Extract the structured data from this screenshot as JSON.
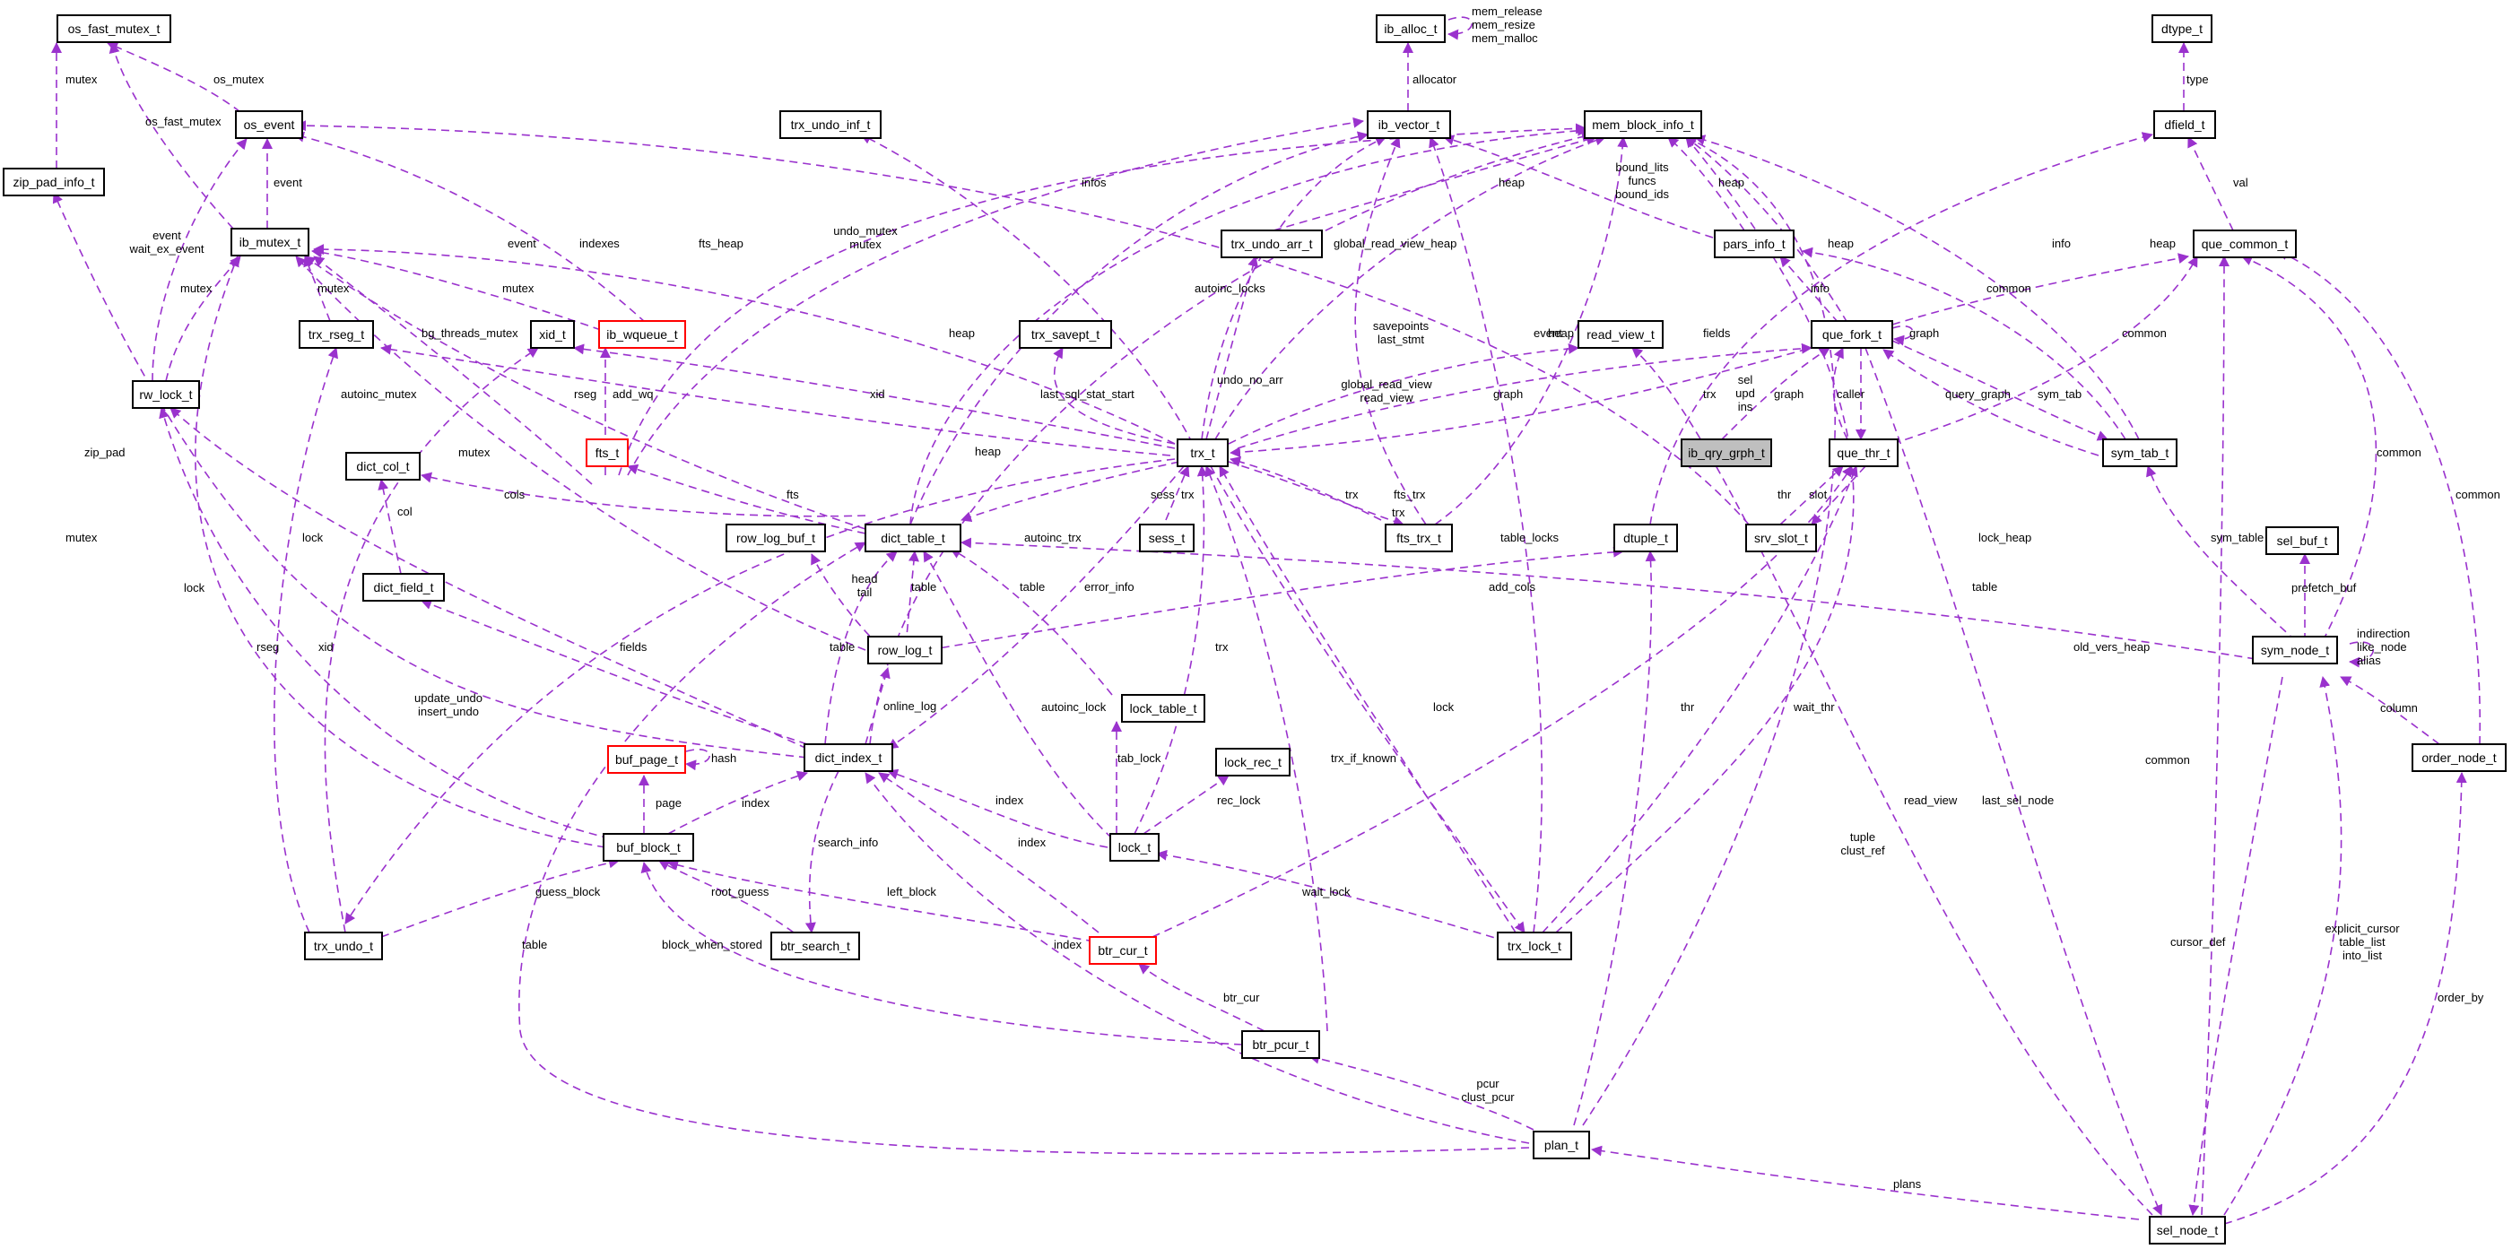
{
  "colors": {
    "edge": "#9a32cd",
    "node_border": "#000000",
    "node_border_incomplete": "#ff0000",
    "focus_fill": "#bfbfbf",
    "background": "#ffffff"
  },
  "nodes": {
    "os_fast_mutex_t": "os_fast_mutex_t",
    "zip_pad_info_t": "zip_pad_info_t",
    "os_event": "os_event",
    "ib_mutex_t": "ib_mutex_t",
    "rw_lock_t": "rw_lock_t",
    "trx_rseg_t": "trx_rseg_t",
    "xid_t": "xid_t",
    "ib_wqueue_t": "ib_wqueue_t",
    "fts_t": "fts_t",
    "dict_col_t": "dict_col_t",
    "dict_field_t": "dict_field_t",
    "buf_page_t": "buf_page_t",
    "buf_block_t": "buf_block_t",
    "trx_undo_t": "trx_undo_t",
    "btr_search_t": "btr_search_t",
    "dict_index_t": "dict_index_t",
    "row_log_t": "row_log_t",
    "row_log_buf_t": "row_log_buf_t",
    "dict_table_t": "dict_table_t",
    "trx_undo_inf_t": "trx_undo_inf_t",
    "ib_alloc_t": "ib_alloc_t",
    "ib_vector_t": "ib_vector_t",
    "mem_block_info_t": "mem_block_info_t",
    "trx_undo_arr_t": "trx_undo_arr_t",
    "trx_savept_t": "trx_savept_t",
    "trx_t": "trx_t",
    "sess_t": "sess_t",
    "lock_table_t": "lock_table_t",
    "lock_rec_t": "lock_rec_t",
    "lock_t": "lock_t",
    "btr_cur_t": "btr_cur_t",
    "btr_pcur_t": "btr_pcur_t",
    "plan_t": "plan_t",
    "read_view_t": "read_view_t",
    "fts_trx_t": "fts_trx_t",
    "dtuple_t": "dtuple_t",
    "srv_slot_t": "srv_slot_t",
    "trx_lock_t": "trx_lock_t",
    "pars_info_t": "pars_info_t",
    "que_fork_t": "que_fork_t",
    "ib_qry_grph_t": "ib_qry_grph_t",
    "que_thr_t": "que_thr_t",
    "sym_tab_t": "sym_tab_t",
    "dtype_t": "dtype_t",
    "dfield_t": "dfield_t",
    "que_common_t": "que_common_t",
    "sel_buf_t": "sel_buf_t",
    "sym_node_t": "sym_node_t",
    "order_node_t": "order_node_t",
    "sel_node_t": "sel_node_t"
  },
  "edge_labels": {
    "l_mutex_1": "mutex",
    "l_os_mutex": "os_mutex",
    "l_os_fast_mutex": "os_fast_mutex",
    "l_event_1": "event",
    "l_event_wait": "event\nwait_ex_event",
    "l_mutex_2": "mutex",
    "l_mutex_3": "mutex",
    "l_event_2": "event",
    "l_mutex_4": "mutex",
    "l_bg_threads_mutex": "bg_threads_mutex",
    "l_add_wq": "add_wq",
    "l_rseg_1": "rseg",
    "l_autoinc_mutex": "autoinc_mutex",
    "l_mutex_5": "mutex",
    "l_xid_1": "xid",
    "l_indexes": "indexes",
    "l_fts_heap": "fts_heap",
    "l_undo_mutex": "undo_mutex\nmutex",
    "l_heap_1": "heap",
    "l_heap_2": "heap",
    "l_infos": "infos",
    "l_allocator": "allocator",
    "l_mem_allocs": "mem_release\nmem_resize\nmem_malloc",
    "l_heap_3": "heap",
    "l_bound": "bound_lits\nfuncs\nbound_ids",
    "l_heap_4": "heap",
    "l_autoinc_locks": "autoinc_locks",
    "l_global_read_view_heap": "global_read_view_heap",
    "l_undo_no_arr": "undo_no_arr",
    "l_savepoints": "savepoints\nlast_stmt",
    "l_event_3": "event",
    "l_heap_5": "heap",
    "l_fields_1": "fields",
    "l_heap_6": "heap",
    "l_info": "info",
    "l_graph_1": "graph",
    "l_common_1": "common",
    "l_heap_7": "heap",
    "l_info_2": "info",
    "l_common_2": "common",
    "l_type": "type",
    "l_val": "val",
    "l_last_sql_stat_start": "last_sql_stat_start",
    "l_global_read_view": "global_read_view\nread_view",
    "l_graph_2": "graph",
    "l_trx_1": "trx",
    "l_sel_upd_ins": "sel\nupd\nins",
    "l_graph_3": "graph",
    "l_caller": "caller",
    "l_query_graph": "query_graph",
    "l_sym_tab": "sym_tab",
    "l_zip_pad": "zip_pad",
    "l_mutex_6": "mutex",
    "l_lock_1": "lock",
    "l_col": "col",
    "l_cols": "cols",
    "l_fts": "fts",
    "l_autoinc_trx": "autoinc_trx",
    "l_sess": "sess",
    "l_trx_2": "trx",
    "l_trx_3": "trx",
    "l_fts_trx": "fts_trx",
    "l_trx_4": "trx",
    "l_thr_1": "thr",
    "l_slot": "slot",
    "l_table_locks": "table_locks",
    "l_lock_heap": "lock_heap",
    "l_head_tail": "head\ntail",
    "l_table_1": "table",
    "l_table_2": "table",
    "l_error_info": "error_info",
    "l_add_cols": "add_cols",
    "l_table_3": "table",
    "l_common_3": "common",
    "l_common_4": "common",
    "l_sym_table": "sym_table",
    "l_prefetch_buf": "prefetch_buf",
    "l_indirection": "indirection\nlike_node\nalias",
    "l_column": "column",
    "l_lock_2": "lock",
    "l_xid_2": "xid",
    "l_rseg_2": "rseg",
    "l_fields_2": "fields",
    "l_update_undo": "update_undo\ninsert_undo",
    "l_table_4": "table",
    "l_online_log": "online_log",
    "l_hash": "hash",
    "l_page": "page",
    "l_index_1": "index",
    "l_trx_5": "trx",
    "l_autoinc_lock": "autoinc_lock",
    "l_tab_lock": "tab_lock",
    "l_rec_lock": "rec_lock",
    "l_index_2": "index",
    "l_lock_3": "lock",
    "l_thr_2": "thr",
    "l_wait_thr": "wait_thr",
    "l_old_vers_heap": "old_vers_heap",
    "l_read_view": "read_view",
    "l_last_sel_node": "last_sel_node",
    "l_common_5": "common",
    "l_trx_if_known": "trx_if_known",
    "l_search_info": "search_info",
    "l_guess_block": "guess_block",
    "l_root_guess": "root_guess",
    "l_left_block": "left_block",
    "l_index_3": "index",
    "l_wait_lock": "wait_lock",
    "l_tuple": "tuple\nclust_ref",
    "l_cursor_def": "cursor_def",
    "l_explicit_cursor": "explicit_cursor\ntable_list\ninto_list",
    "l_order_by": "order_by",
    "l_block_when_stored": "block_when_stored",
    "l_btr_cur": "btr_cur",
    "l_index_4": "index",
    "l_pcur": "pcur\nclust_pcur",
    "l_table_5": "table",
    "l_plans": "plans"
  }
}
